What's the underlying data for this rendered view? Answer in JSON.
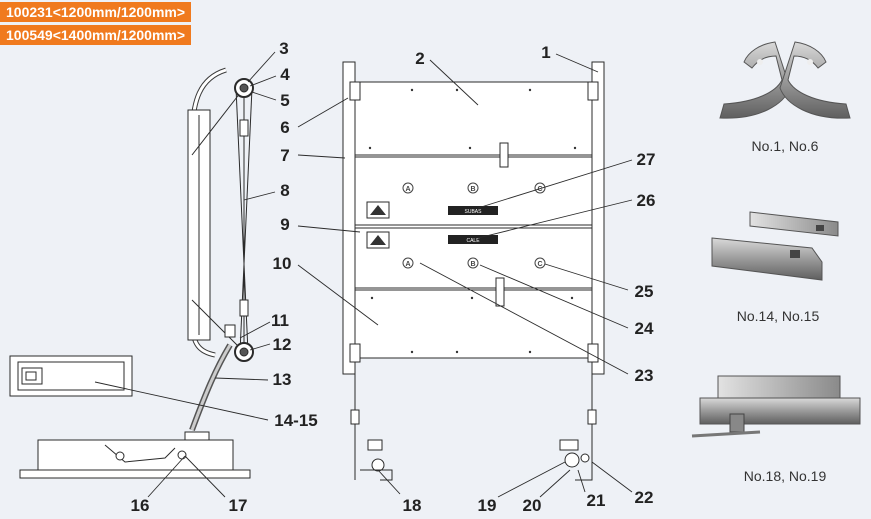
{
  "header": {
    "badge_1": "100231<1200mm/1200mm>",
    "badge_2": "100549<1400mm/1200mm>"
  },
  "callouts": {
    "c1": "1",
    "c2": "2",
    "c3": "3",
    "c4": "4",
    "c5": "5",
    "c6": "6",
    "c7": "7",
    "c8": "8",
    "c9": "9",
    "c10": "10",
    "c11": "11",
    "c12": "12",
    "c13": "13",
    "c14_15": "14-15",
    "c16": "16",
    "c17": "17",
    "c18": "18",
    "c19": "19",
    "c20": "20",
    "c21": "21",
    "c22": "22",
    "c23": "23",
    "c24": "24",
    "c25": "25",
    "c26": "26",
    "c27": "27"
  },
  "panel_marks": {
    "a": "A",
    "b": "B",
    "c": "C"
  },
  "panel_labels": {
    "upper": "SUBAS",
    "lower": "CALE"
  },
  "photos": {
    "p1_caption": "No.1, No.6",
    "p2_caption": "No.14, No.15",
    "p3_caption": "No.18, No.19"
  },
  "colors": {
    "badge": "#f07a1e",
    "background": "#eef1f6",
    "line": "#2b2b2b"
  }
}
